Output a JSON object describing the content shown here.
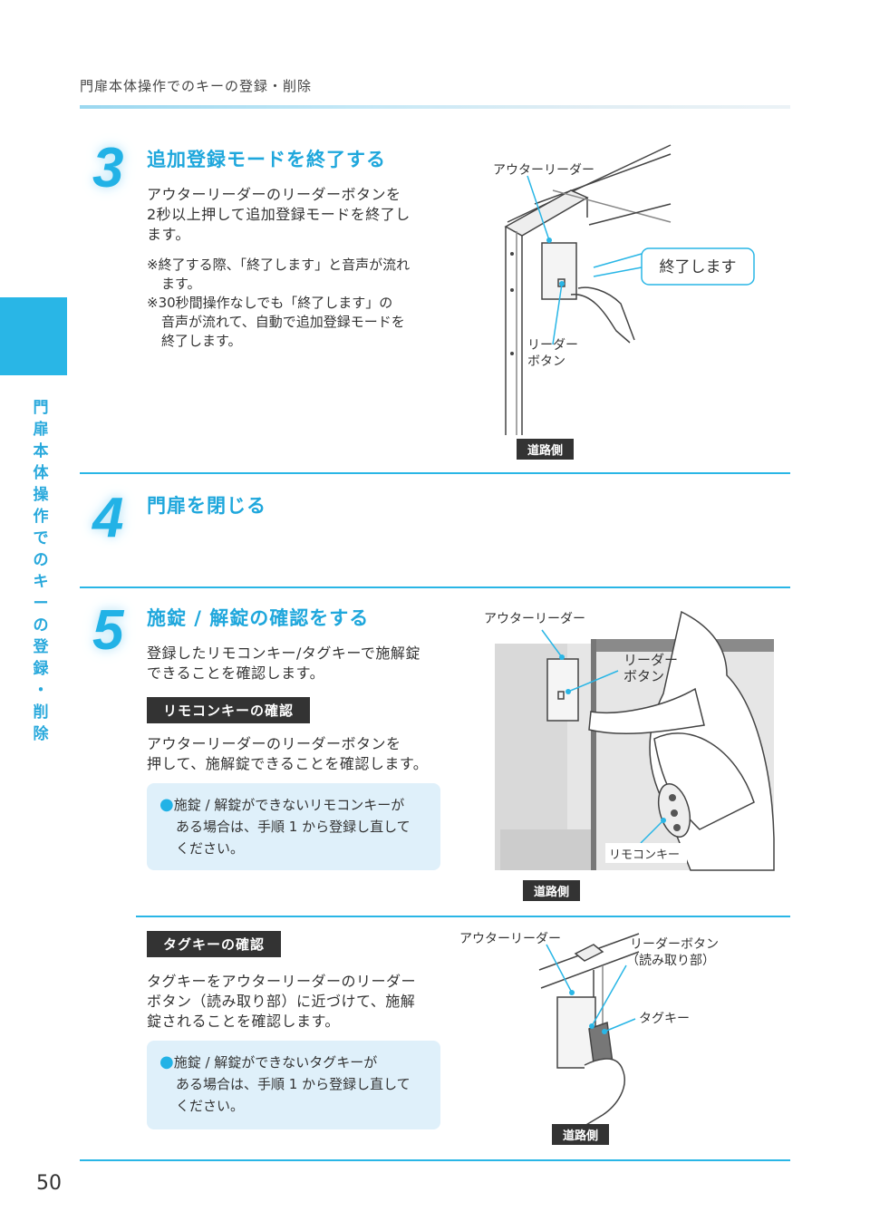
{
  "header": {
    "title": "門扉本体操作でのキーの登録・削除"
  },
  "side_tab": {
    "label_chars": [
      "門",
      "扉",
      "本",
      "体",
      "操",
      "作",
      "で",
      "の",
      "キ",
      "ー",
      "の",
      "登",
      "録",
      "・",
      "削",
      "除"
    ]
  },
  "step3": {
    "number": "3",
    "title": "追加登録モードを終了する",
    "body": [
      "アウターリーダーのリーダーボタンを",
      "2秒以上押して追加登録モードを終了し",
      "ます。"
    ],
    "notes": [
      [
        "※終了する際、「終了します」と音声が流れ",
        "ます。"
      ],
      [
        "※30秒間操作なしでも「終了します」の",
        "音声が流れて、自動で追加登録モードを",
        "終了します。"
      ]
    ],
    "figure": {
      "outer_reader_label": "アウターリーダー",
      "speech_bubble": "終了します",
      "reader_button_label_lines": [
        "リーダー",
        "ボタン"
      ],
      "road_side": "道路側"
    }
  },
  "step4": {
    "number": "4",
    "title": "門扉を閉じる"
  },
  "step5": {
    "number": "5",
    "title": "施錠 / 解錠の確認をする",
    "body": [
      "登録したリモコンキー/タグキーで施解錠",
      "できることを確認します。"
    ],
    "remote_section": {
      "heading": "リモコンキーの確認",
      "body": [
        "アウターリーダーのリーダーボタンを",
        "押して、施解錠できることを確認します。"
      ],
      "info": [
        "施錠 / 解錠ができないリモコンキーが",
        "ある場合は、手順 1 から登録し直して",
        "ください。"
      ]
    },
    "figure": {
      "outer_reader_label": "アウターリーダー",
      "reader_button_label_lines": [
        "リーダー",
        "ボタン"
      ],
      "remote_key_label": "リモコンキー",
      "road_side": "道路側"
    },
    "tag_section": {
      "heading": "タグキーの確認",
      "body": [
        "タグキーをアウターリーダーのリーダー",
        "ボタン（読み取り部）に近づけて、施解",
        "錠されることを確認します。"
      ],
      "info": [
        "施錠 / 解錠ができないタグキーが",
        "ある場合は、手順 1 から登録し直して",
        "ください。"
      ]
    },
    "tag_figure": {
      "outer_reader_label": "アウターリーダー",
      "reader_button_label_lines": [
        "リーダーボタン",
        "（読み取り部）"
      ],
      "tag_key_label": "タグキー",
      "road_side": "道路側"
    }
  },
  "page_number": "50",
  "colors": {
    "accent": "#29b6e6",
    "title": "#1fa7dc",
    "info_bg": "#dff0fa",
    "dark_bar": "#333333"
  }
}
